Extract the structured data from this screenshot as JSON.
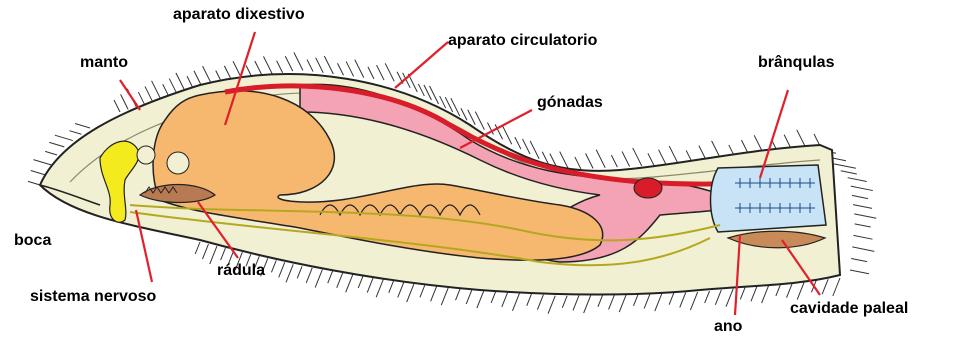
{
  "labels": {
    "aparato_dixestivo": "aparato dixestivo",
    "aparato_circulatorio": "aparato circulatorio",
    "manto": "manto",
    "gonadas": "gónadas",
    "branquulas": "brânqulas",
    "boca": "boca",
    "radula": "rádula",
    "sistema_nervoso": "sistema nervoso",
    "ano": "ano",
    "cavidade_paleal": "cavidade paleal"
  },
  "colors": {
    "outline": "#222222",
    "mantle": "#f2f0d2",
    "digestive": "#f6b86e",
    "circulatory": "#d81c2a",
    "gonads": "#f3a3b3",
    "nervous": "#f4ea1e",
    "gills": "#c9e3f6",
    "radula": "#b87a52",
    "pointer": "#e0202a",
    "spines": "#333333"
  }
}
